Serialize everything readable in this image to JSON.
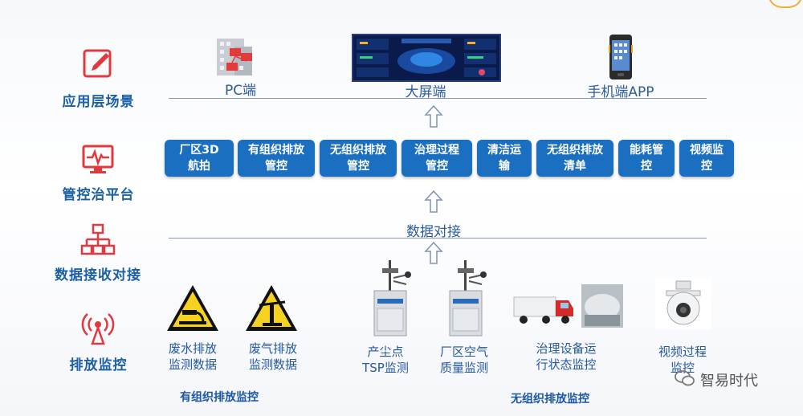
{
  "layers": {
    "app": {
      "label": "应用层场景",
      "icon": "pen-icon"
    },
    "platform": {
      "label": "管控治平台",
      "icon": "monitor-pulse-icon"
    },
    "data": {
      "label": "数据接收对接",
      "icon": "org-chart-icon"
    },
    "emission": {
      "label": "排放监控",
      "icon": "antenna-icon"
    }
  },
  "apps": [
    {
      "label": "PC端",
      "icon": "office-building-icon"
    },
    {
      "label": "大屏端",
      "icon": "dashboard-screen-icon"
    },
    {
      "label": "手机端APP",
      "icon": "smartphone-icon"
    }
  ],
  "modules": [
    "厂区3D\n航拍",
    "有组织排放\n管控",
    "无组织排放\n管控",
    "治理过程\n管控",
    "清洁运\n输",
    "无组织排放\n清单",
    "能耗管\n控",
    "视频监\n控"
  ],
  "data_interface": "数据对接",
  "sources": [
    {
      "label": "废水排放\n监测数据",
      "icon": "wastewater-warning-icon"
    },
    {
      "label": "废气排放\n监测数据",
      "icon": "exhaust-warning-icon"
    },
    {
      "label": "产尘点\nTSP监测",
      "icon": "dust-monitor-station-icon"
    },
    {
      "label": "厂区空气\n质量监测",
      "icon": "air-quality-station-icon"
    },
    {
      "label": "治理设备运\n行状态监控",
      "icon": "truck-tank-icon"
    },
    {
      "label": "视频过程\n监控",
      "icon": "dome-camera-icon"
    }
  ],
  "groups": {
    "organized": "有组织排放监控",
    "unorganized": "无组织排放监控"
  },
  "watermark": "智易时代",
  "colors": {
    "accent": "#1b6fc0",
    "label": "#1a5fa8",
    "icon_red": "#e0393e"
  }
}
